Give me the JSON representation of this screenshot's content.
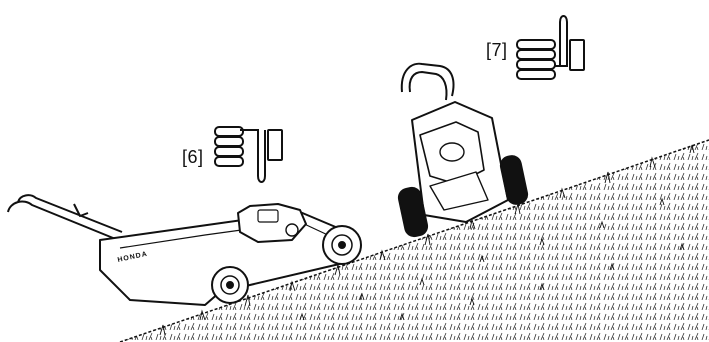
{
  "callouts": [
    {
      "label": "[6]",
      "icon": "thumbs-down-icon",
      "meaning": "incorrect"
    },
    {
      "label": "[7]",
      "icon": "thumbs-up-icon",
      "meaning": "correct"
    }
  ],
  "mower_brand": "HONDA",
  "colors": {
    "line": "#111111",
    "background": "#ffffff"
  }
}
